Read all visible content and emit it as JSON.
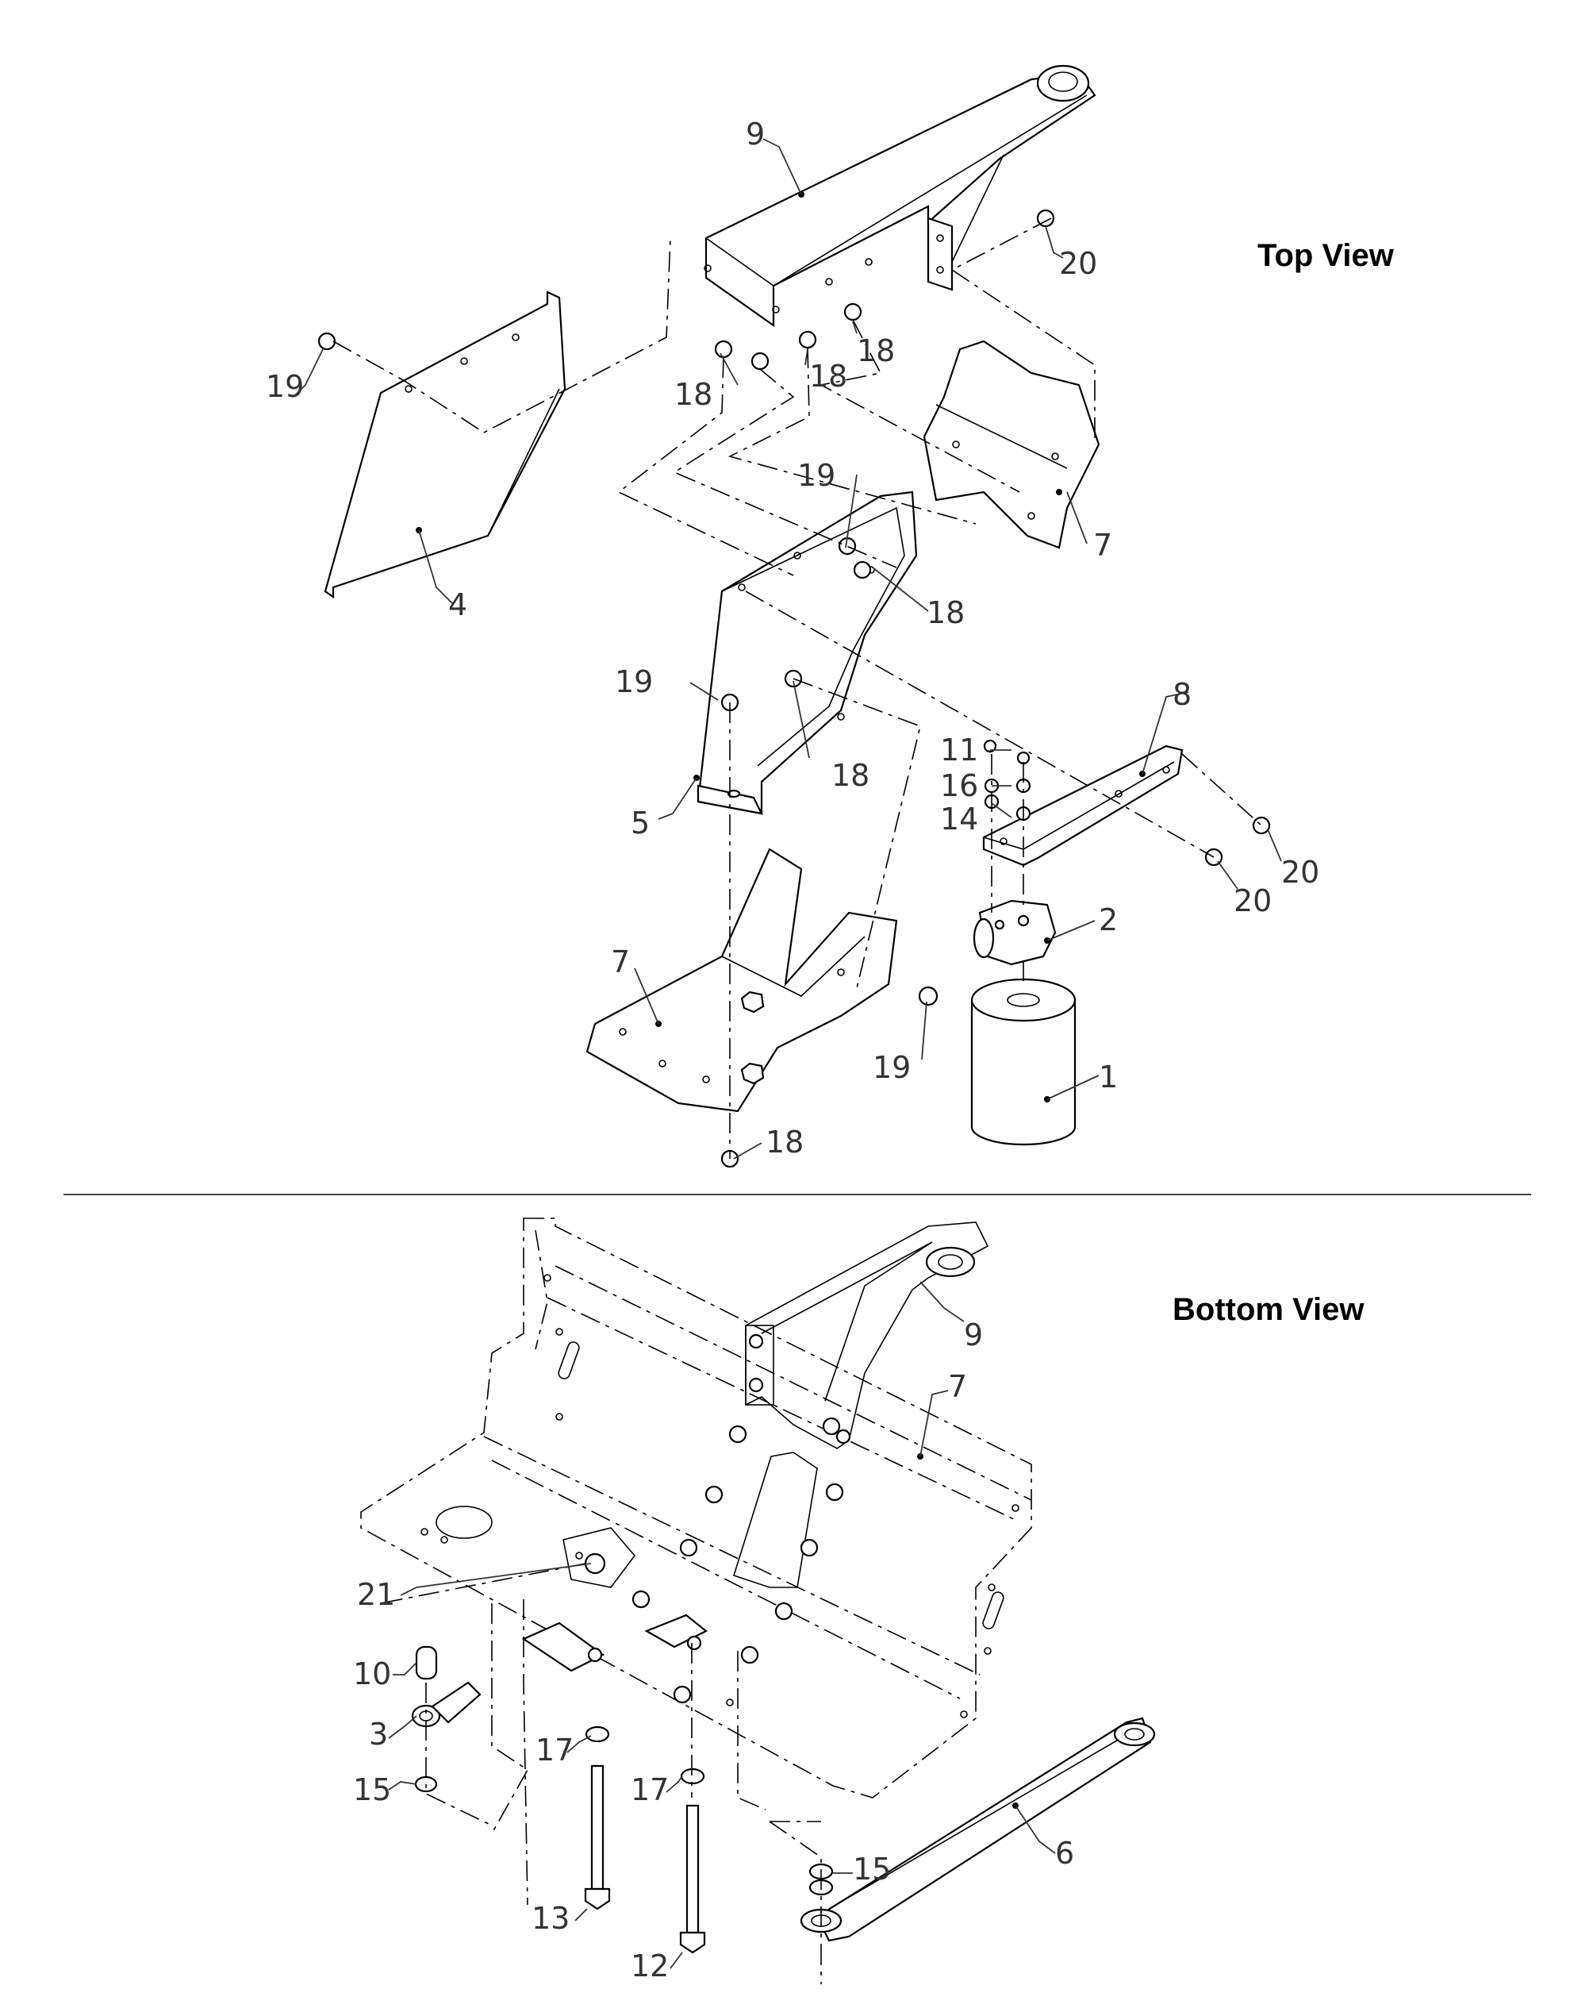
{
  "views": {
    "top": {
      "title": "Top View"
    },
    "bottom": {
      "title": "Bottom View"
    }
  },
  "callouts": {
    "top": [
      {
        "id": "top-9",
        "label": "9"
      },
      {
        "id": "top-20a",
        "label": "20"
      },
      {
        "id": "top-19a",
        "label": "19"
      },
      {
        "id": "top-18a",
        "label": "18"
      },
      {
        "id": "top-18b",
        "label": "18"
      },
      {
        "id": "top-18c",
        "label": "18"
      },
      {
        "id": "top-19b",
        "label": "19"
      },
      {
        "id": "top-7a",
        "label": "7"
      },
      {
        "id": "top-18d",
        "label": "18"
      },
      {
        "id": "top-4",
        "label": "4"
      },
      {
        "id": "top-19c",
        "label": "19"
      },
      {
        "id": "top-8",
        "label": "8"
      },
      {
        "id": "top-11",
        "label": "11"
      },
      {
        "id": "top-16",
        "label": "16"
      },
      {
        "id": "top-18e",
        "label": "18"
      },
      {
        "id": "top-14",
        "label": "14"
      },
      {
        "id": "top-5",
        "label": "5"
      },
      {
        "id": "top-20b",
        "label": "20"
      },
      {
        "id": "top-20c",
        "label": "20"
      },
      {
        "id": "top-2",
        "label": "2"
      },
      {
        "id": "top-7b",
        "label": "7"
      },
      {
        "id": "top-19d",
        "label": "19"
      },
      {
        "id": "top-1",
        "label": "1"
      },
      {
        "id": "top-18f",
        "label": "18"
      }
    ],
    "bottom": [
      {
        "id": "bot-9",
        "label": "9"
      },
      {
        "id": "bot-7",
        "label": "7"
      },
      {
        "id": "bot-21",
        "label": "21"
      },
      {
        "id": "bot-10",
        "label": "10"
      },
      {
        "id": "bot-3",
        "label": "3"
      },
      {
        "id": "bot-17a",
        "label": "17"
      },
      {
        "id": "bot-15a",
        "label": "15"
      },
      {
        "id": "bot-17b",
        "label": "17"
      },
      {
        "id": "bot-15b",
        "label": "15"
      },
      {
        "id": "bot-6",
        "label": "6"
      },
      {
        "id": "bot-13",
        "label": "13"
      },
      {
        "id": "bot-12",
        "label": "12"
      }
    ]
  }
}
